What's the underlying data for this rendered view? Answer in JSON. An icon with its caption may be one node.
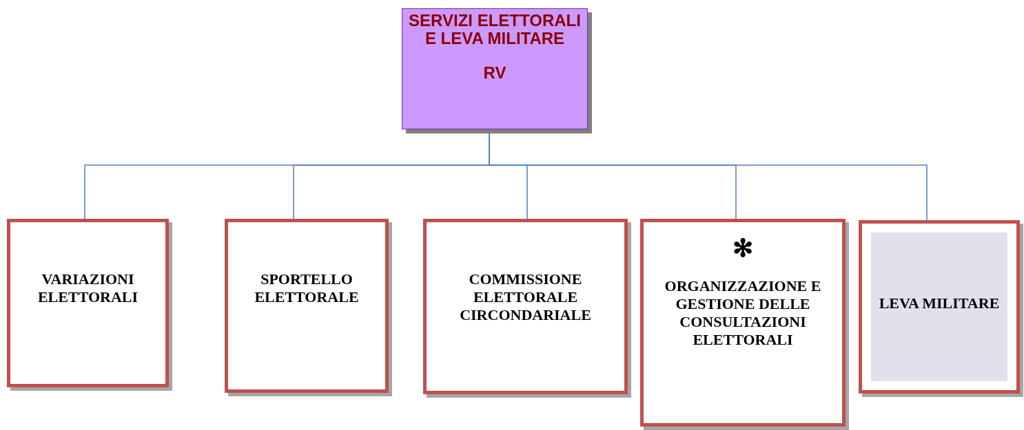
{
  "diagram": {
    "nodes": [
      {
        "text": [
          "SERVIZI ELETTORALI E LEVA MILITARE",
          "RV"
        ]
      },
      {
        "text": [
          "VARIAZIONI ELETTORALI"
        ]
      },
      {
        "text": [
          "SPORTELLO ELETTORALE"
        ]
      },
      {
        "text": [
          "COMMISSIONE ELETTORALE CIRCONDARIALE"
        ]
      },
      {
        "text": [
          "✻",
          "ORGANIZZAZIONE E GESTIONE DELLE CONSULTAZIONI ELETTORALI"
        ]
      },
      {
        "text": [
          "LEVA MILITARE"
        ]
      }
    ],
    "edges": [
      {
        "from": 0,
        "to": 1,
        "arrow": "none"
      },
      {
        "from": 0,
        "to": 2,
        "arrow": "none"
      },
      {
        "from": 0,
        "to": 3,
        "arrow": "none"
      },
      {
        "from": 0,
        "to": 4,
        "arrow": "none"
      },
      {
        "from": 0,
        "to": 5,
        "arrow": "none"
      }
    ]
  }
}
